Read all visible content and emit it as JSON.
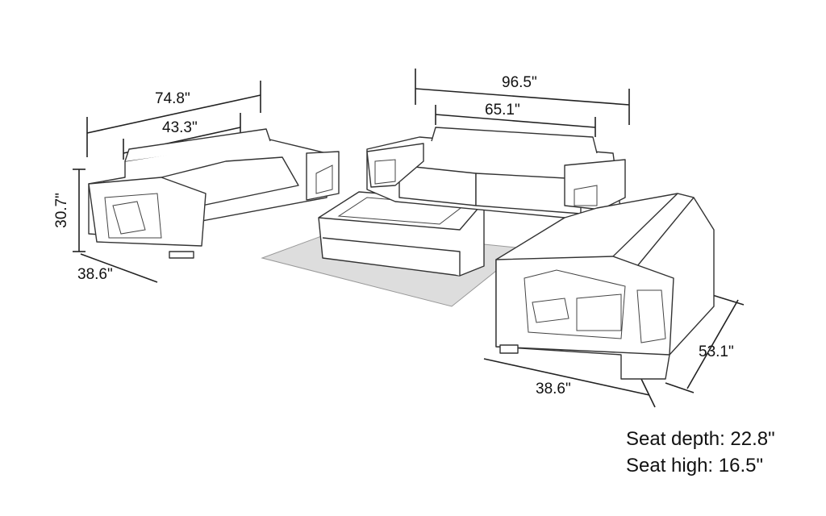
{
  "dimensions": {
    "loveseat_width": "74.8\"",
    "loveseat_seat_width": "43.3\"",
    "loveseat_height": "30.7\"",
    "loveseat_depth": "38.6\"",
    "sofa_width": "96.5\"",
    "sofa_seat_width": "65.1\"",
    "chair_depth": "53.1\"",
    "chair_width": "38.6\""
  },
  "notes": {
    "seat_depth": "Seat depth: 22.8\"",
    "seat_high": "Seat high: 16.5\""
  }
}
